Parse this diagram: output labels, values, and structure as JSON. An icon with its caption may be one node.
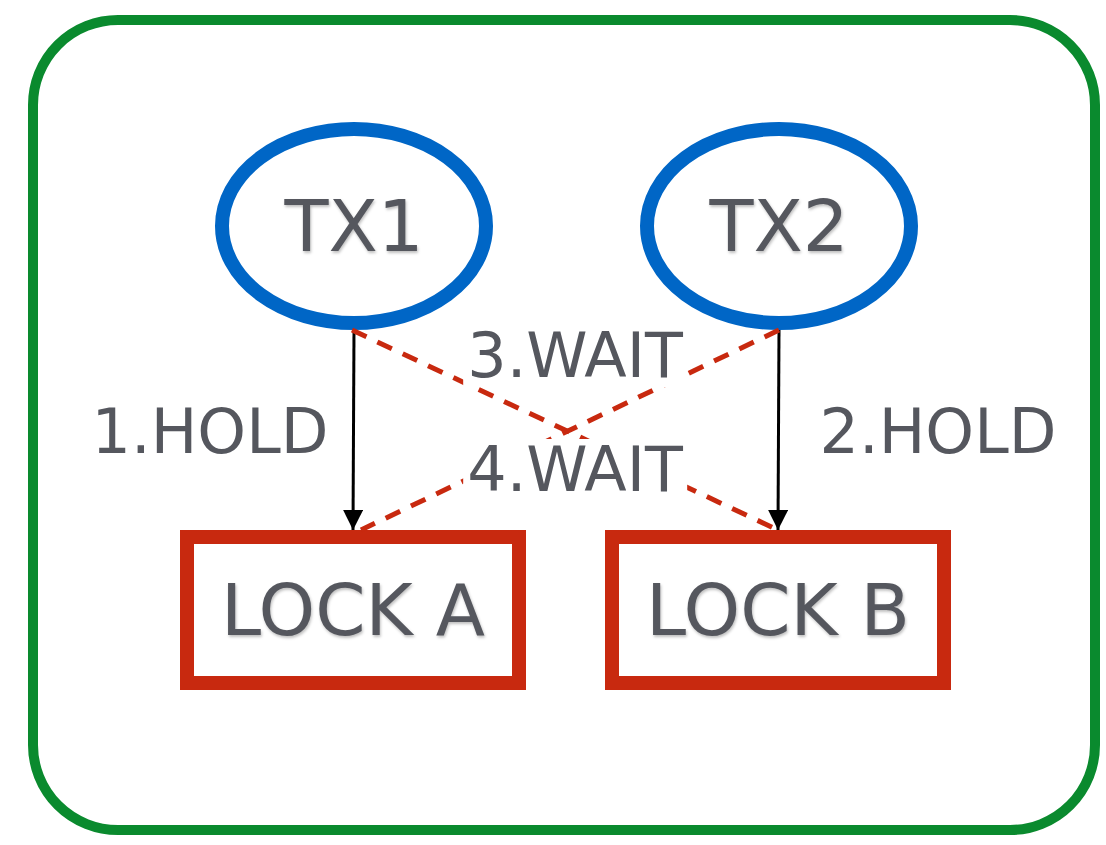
{
  "diagram": {
    "nodes": [
      {
        "text": [],
        "shape": "box"
      },
      {
        "text": [
          "TX1"
        ],
        "in": 0
      },
      {
        "text": [
          "TX2"
        ],
        "in": 0
      },
      {
        "text": [
          "LOCK A"
        ],
        "in": 0
      },
      {
        "text": [
          "LOCK B"
        ],
        "in": 0
      }
    ],
    "edges": [
      {
        "from": 1,
        "to": 3,
        "arrow": "to",
        "label": "1.HOLD"
      },
      {
        "from": 2,
        "to": 4,
        "arrow": "to",
        "label": "2.HOLD"
      },
      {
        "from": 1,
        "to": 4,
        "arrow": "none",
        "label": "3.WAIT",
        "style": "dashed",
        "color": "#c8290f"
      },
      {
        "from": 2,
        "to": 3,
        "arrow": "none",
        "label": "4.WAIT",
        "style": "dashed",
        "color": "#c8290f"
      }
    ]
  }
}
